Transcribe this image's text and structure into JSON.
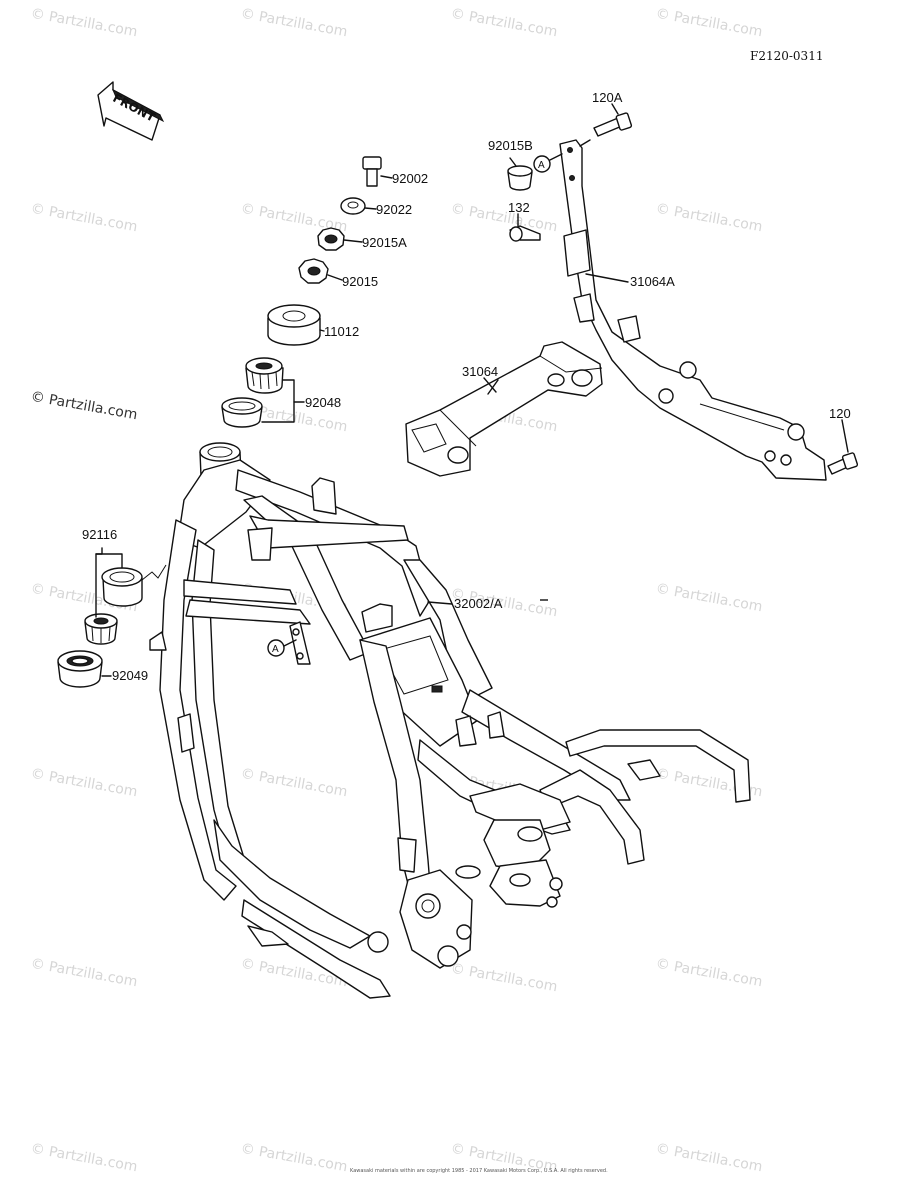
{
  "figure_code": "F2120-0311",
  "front_arrow": {
    "label": "FRONT"
  },
  "watermark": "© Partzilla.com",
  "copyright": "Kawasaki materials within are copyright 1985 - 2017 Kawasaki Motors Corp., U.S.A. All rights reserved.",
  "parts": [
    {
      "id": "92002",
      "label": "92002"
    },
    {
      "id": "92022",
      "label": "92022"
    },
    {
      "id": "92015A",
      "label": "92015A"
    },
    {
      "id": "92015",
      "label": "92015"
    },
    {
      "id": "11012",
      "label": "11012"
    },
    {
      "id": "92048",
      "label": "92048"
    },
    {
      "id": "92116",
      "label": "92116"
    },
    {
      "id": "92049",
      "label": "92049"
    },
    {
      "id": "32002A",
      "label": "32002/A"
    },
    {
      "id": "31064",
      "label": "31064"
    },
    {
      "id": "31064A",
      "label": "31064A"
    },
    {
      "id": "120A",
      "label": "120A"
    },
    {
      "id": "92015B",
      "label": "92015B"
    },
    {
      "id": "132",
      "label": "132"
    },
    {
      "id": "120",
      "label": "120"
    }
  ],
  "reference_mark": "A"
}
